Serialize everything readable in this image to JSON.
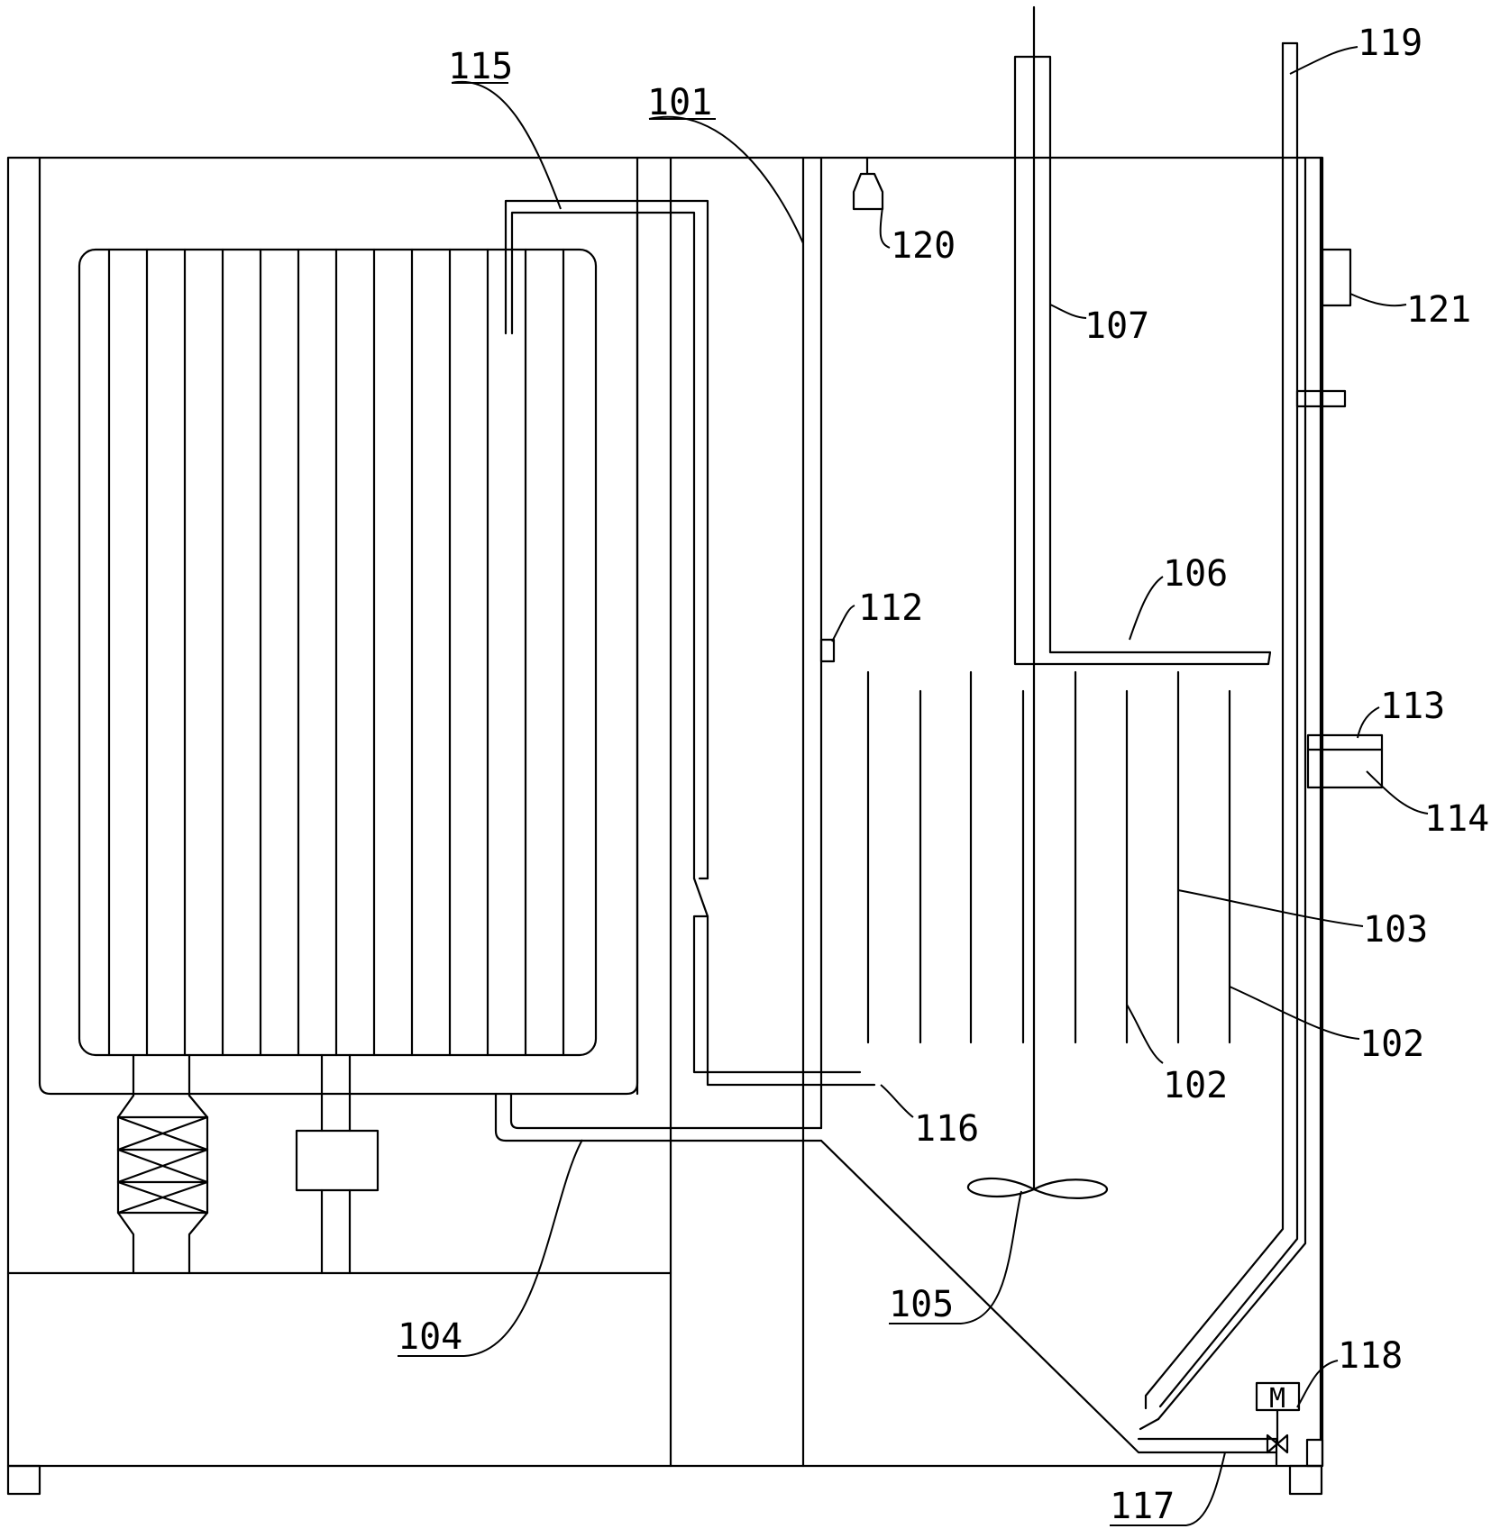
{
  "labels": {
    "l101": "101",
    "l102a": "102",
    "l102b": "102",
    "l103": "103",
    "l104": "104",
    "l105": "105",
    "l106": "106",
    "l107": "107",
    "l112": "112",
    "l113": "113",
    "l114": "114",
    "l115": "115",
    "l116": "116",
    "l117": "117",
    "l118": "118",
    "l119": "119",
    "l120": "120",
    "l121": "121",
    "motor_letter": "M"
  },
  "colors": {
    "line": "#000000",
    "background": "#ffffff"
  }
}
